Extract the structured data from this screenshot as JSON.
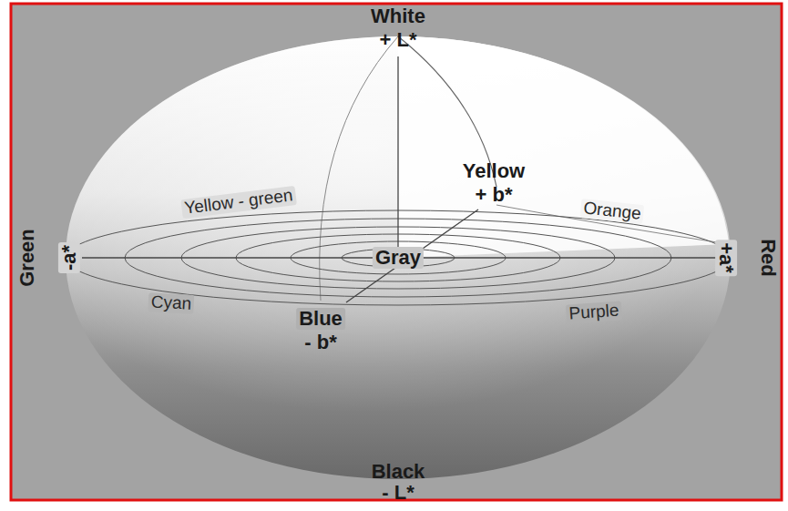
{
  "diagram": {
    "labels": [
      "White",
      "+ L*",
      "Yellow",
      "+ b*",
      "Yellow - green",
      "Orange",
      "Green",
      "-a*",
      "Red",
      "+a*",
      "Gray",
      "Cyan",
      "Blue",
      "- b*",
      "Purple",
      "Black",
      "- L*"
    ]
  }
}
